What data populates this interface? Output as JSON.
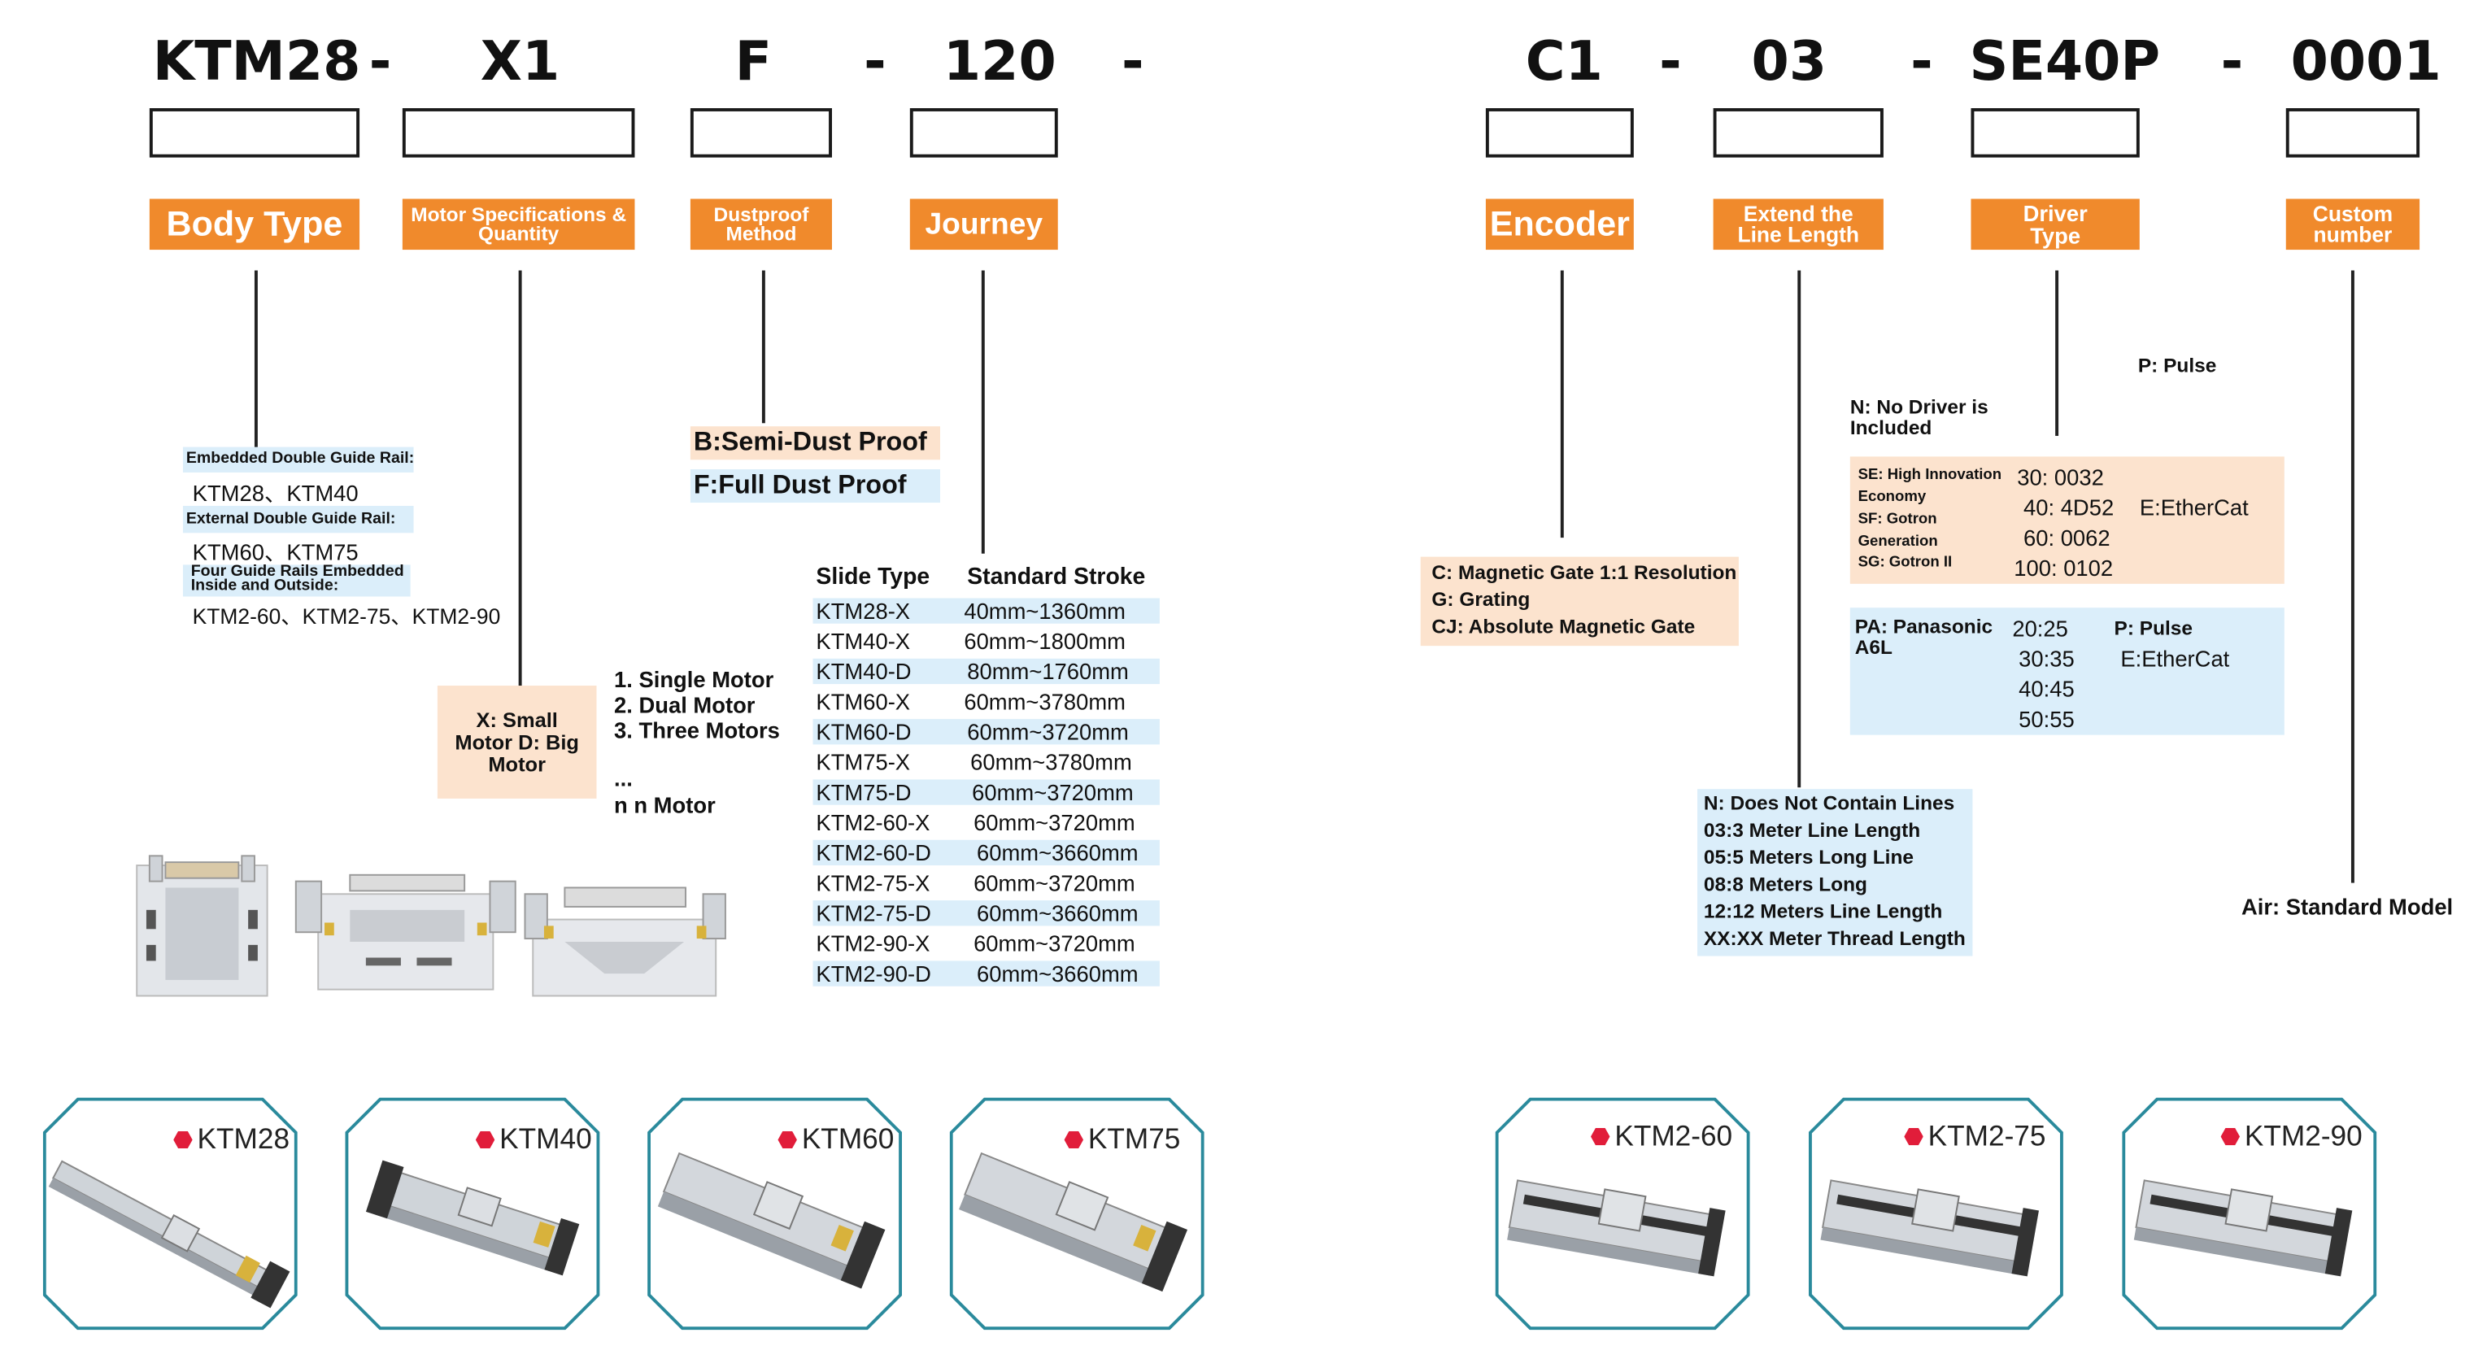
{
  "code_parts": [
    "KTM28",
    "X1",
    "F",
    "120",
    "C1",
    "03",
    "SE40P",
    "0001"
  ],
  "separator": "-",
  "labels": {
    "body_type": "Body Type",
    "motor_spec": "Motor Specifications & Quantity",
    "dustproof": "Dustproof Method",
    "journey": "Journey",
    "encoder": "Encoder",
    "extend_line": "Extend the Line Length",
    "driver_type": "Driver Type",
    "custom_number": "Custom number"
  },
  "body_type": {
    "embedded_title": "Embedded Double Guide Rail:",
    "embedded_models": "KTM28、KTM40",
    "external_title": "External Double Guide Rail:",
    "external_models": "KTM60、KTM75",
    "four_title": "Four Guide Rails Embedded Inside and Outside:",
    "four_models": "KTM2-60、KTM2-75、KTM2-90"
  },
  "motor": {
    "size_options": "X: Small Motor D: Big Motor",
    "quantity": [
      "1. Single Motor",
      "2. Dual Motor",
      "3. Three Motors",
      "...",
      "n n Motor"
    ]
  },
  "dustproof": {
    "semi": "B:Semi-Dust Proof",
    "full": "F:Full Dust Proof"
  },
  "stroke_table": {
    "headers": [
      "Slide Type",
      "Standard Stroke"
    ],
    "rows": [
      [
        "KTM28-X",
        "40mm~1360mm"
      ],
      [
        "KTM40-X",
        "60mm~1800mm"
      ],
      [
        "KTM40-D",
        "80mm~1760mm"
      ],
      [
        "KTM60-X",
        "60mm~3780mm"
      ],
      [
        "KTM60-D",
        "60mm~3720mm"
      ],
      [
        "KTM75-X",
        "60mm~3780mm"
      ],
      [
        "KTM75-D",
        "60mm~3720mm"
      ],
      [
        "KTM2-60-X",
        "60mm~3720mm"
      ],
      [
        "KTM2-60-D",
        "60mm~3660mm"
      ],
      [
        "KTM2-75-X",
        "60mm~3720mm"
      ],
      [
        "KTM2-75-D",
        "60mm~3660mm"
      ],
      [
        "KTM2-90-X",
        "60mm~3720mm"
      ],
      [
        "KTM2-90-D",
        "60mm~3660mm"
      ]
    ]
  },
  "encoder": {
    "lines": [
      "C: Magnetic Gate 1:1 Resolution",
      "G: Grating",
      "CJ: Absolute Magnetic Gate"
    ]
  },
  "line_length": {
    "lines": [
      "N: Does Not Contain Lines",
      "03:3 Meter Line Length",
      "05:5 Meters Long Line",
      "08:8 Meters Long",
      "12:12 Meters Line Length",
      "XX:XX Meter Thread Length"
    ]
  },
  "driver": {
    "no_driver": "N: No Driver is Included",
    "pulse_top": "P: Pulse",
    "se_brands": [
      "SE: High Innovation",
      "Economy",
      "SF: Gotron",
      "Generation",
      "SG: Gotron II"
    ],
    "se_values": [
      "30:  0032",
      "40: 4D52",
      "60: 0062",
      "100: 0102"
    ],
    "se_bus": "E:EtherCat",
    "pa_brand": "PA: Panasonic A6L",
    "pa_values": [
      "20:25",
      "30:35",
      "40:45",
      "50:55"
    ],
    "pa_pulse": "P: Pulse",
    "pa_bus": "E:EtherCat"
  },
  "custom": {
    "air": "Air: Standard Model"
  },
  "products": [
    "KTM28",
    "KTM40",
    "KTM60",
    "KTM75",
    "KTM2-60",
    "KTM2-75",
    "KTM2-90"
  ],
  "colors": {
    "orange": "#f08a2c",
    "peach": "#fce3ce",
    "light_blue": "#dbeefa",
    "hex_border": "#2a8a9c",
    "red_dot": "#e11d3a"
  }
}
